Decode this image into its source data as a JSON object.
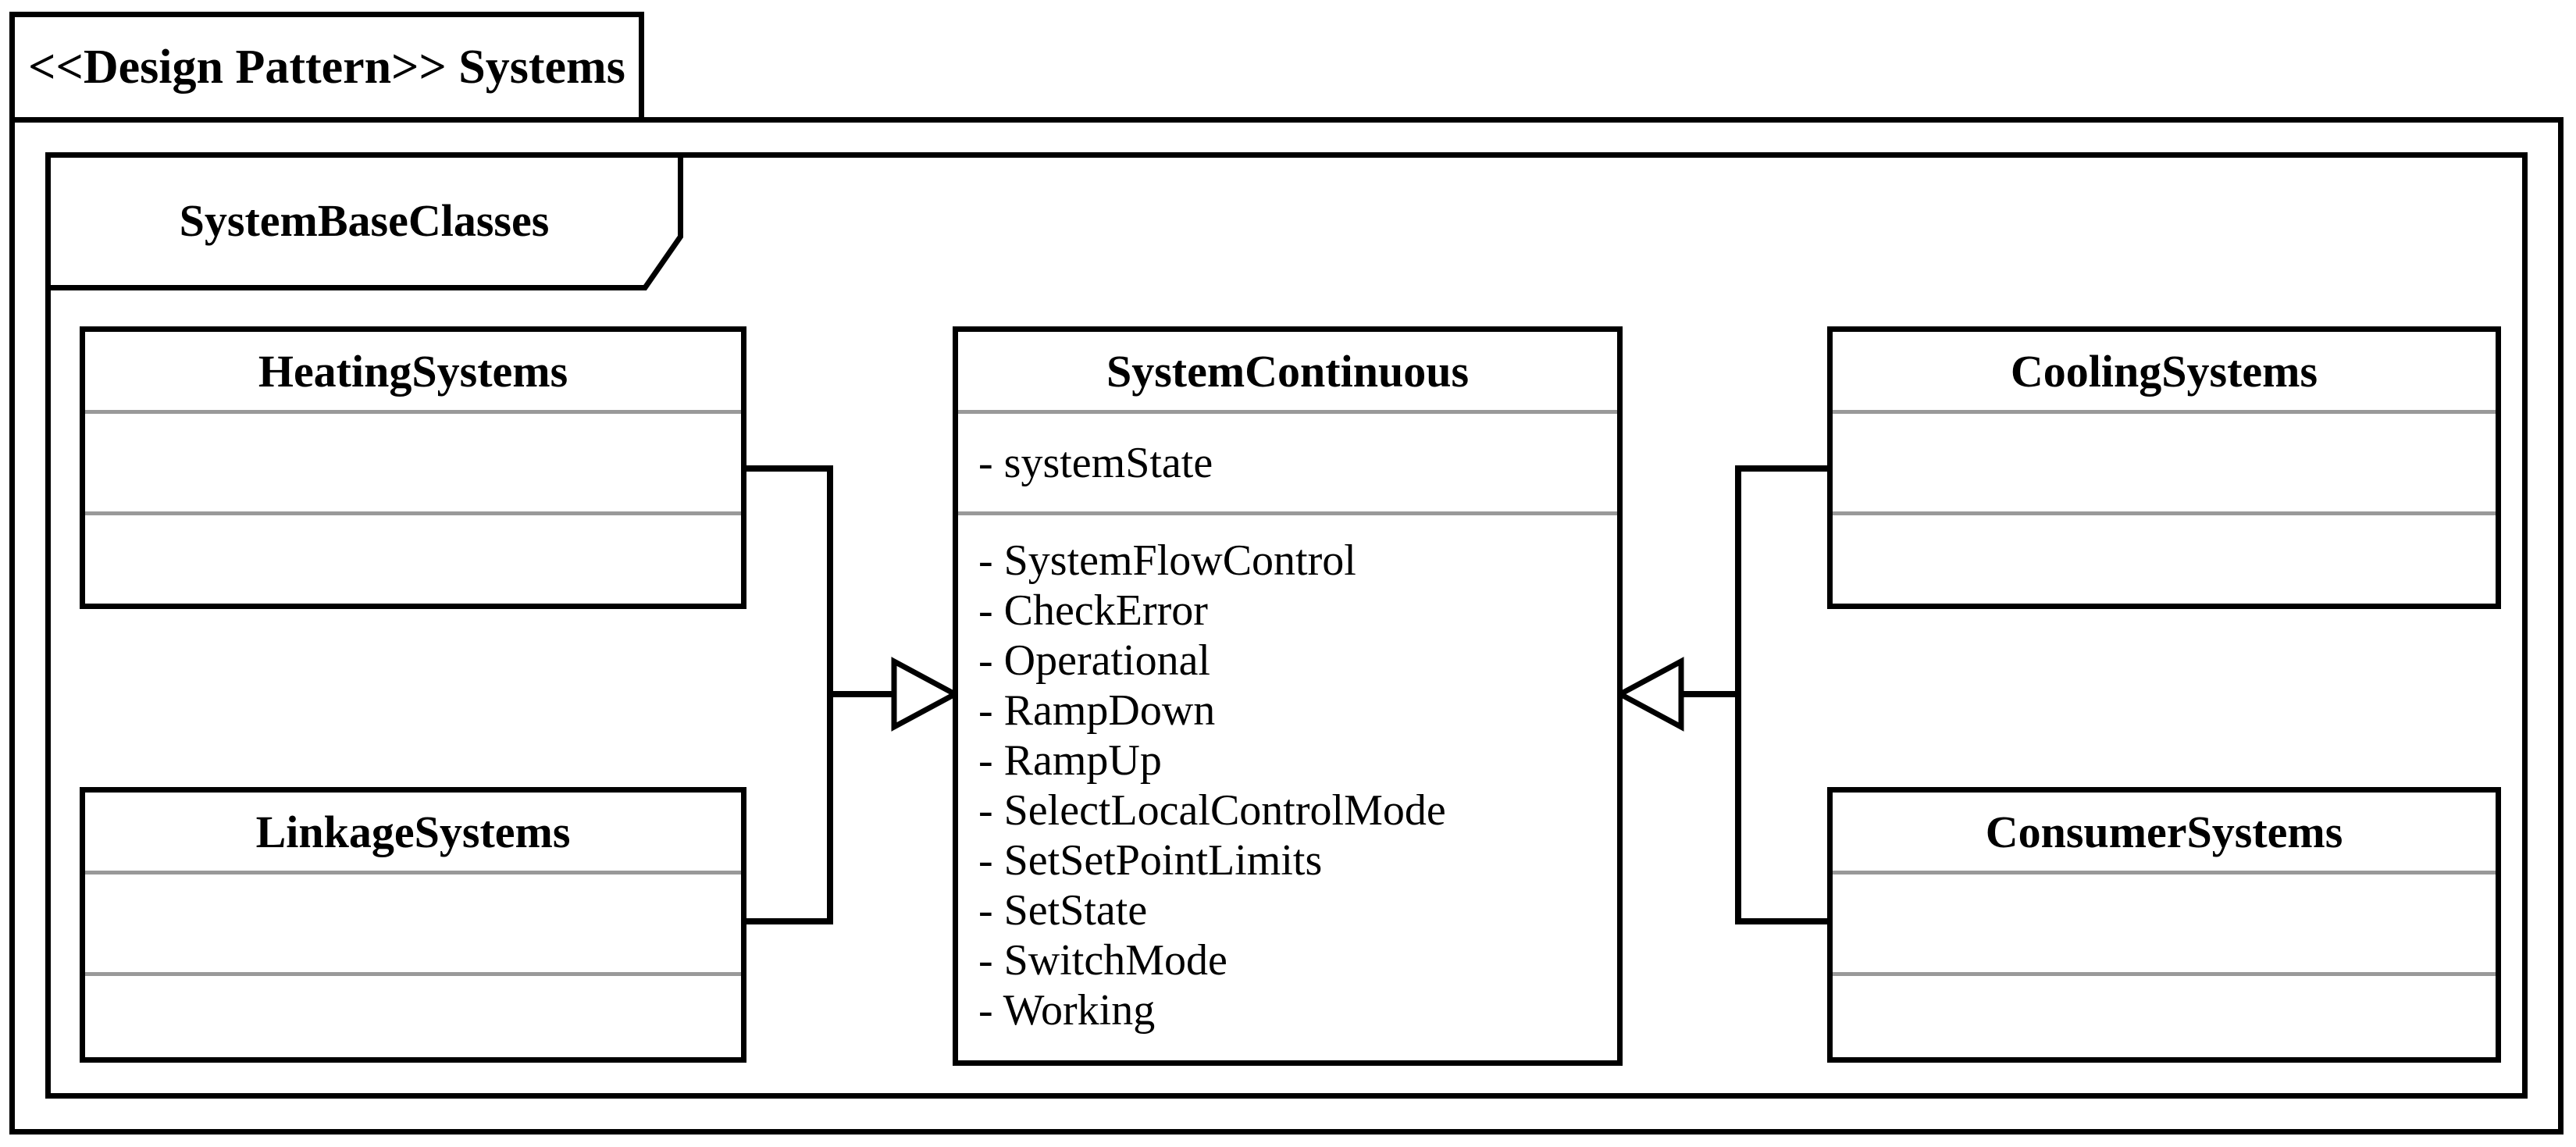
{
  "diagram": {
    "title": "<<Design Pattern>> Systems",
    "package_name": "SystemBaseClasses"
  },
  "classes": [
    {
      "name": "HeatingSystems",
      "attributes": [],
      "operations": []
    },
    {
      "name": "SystemContinuous",
      "attributes": [
        "- systemState"
      ],
      "operations": [
        "- SystemFlowControl",
        "- CheckError",
        "- Operational",
        "- RampDown",
        "- RampUp",
        "- SelectLocalControlMode",
        "- SetSetPointLimits",
        "- SetState",
        "- SwitchMode",
        "- Working"
      ]
    },
    {
      "name": "CoolingSystems",
      "attributes": [],
      "operations": []
    },
    {
      "name": "LinkageSystems",
      "attributes": [],
      "operations": []
    },
    {
      "name": "ConsumerSystems",
      "attributes": [],
      "operations": []
    }
  ],
  "relationships": [
    {
      "from": "HeatingSystems",
      "to": "SystemContinuous",
      "type": "generalization"
    },
    {
      "from": "LinkageSystems",
      "to": "SystemContinuous",
      "type": "generalization"
    },
    {
      "from": "CoolingSystems",
      "to": "SystemContinuous",
      "type": "generalization"
    },
    {
      "from": "ConsumerSystems",
      "to": "SystemContinuous",
      "type": "generalization"
    }
  ],
  "colors": {
    "line": "#000000",
    "separator": "#999999",
    "background": "#ffffff",
    "text": "#000000"
  }
}
